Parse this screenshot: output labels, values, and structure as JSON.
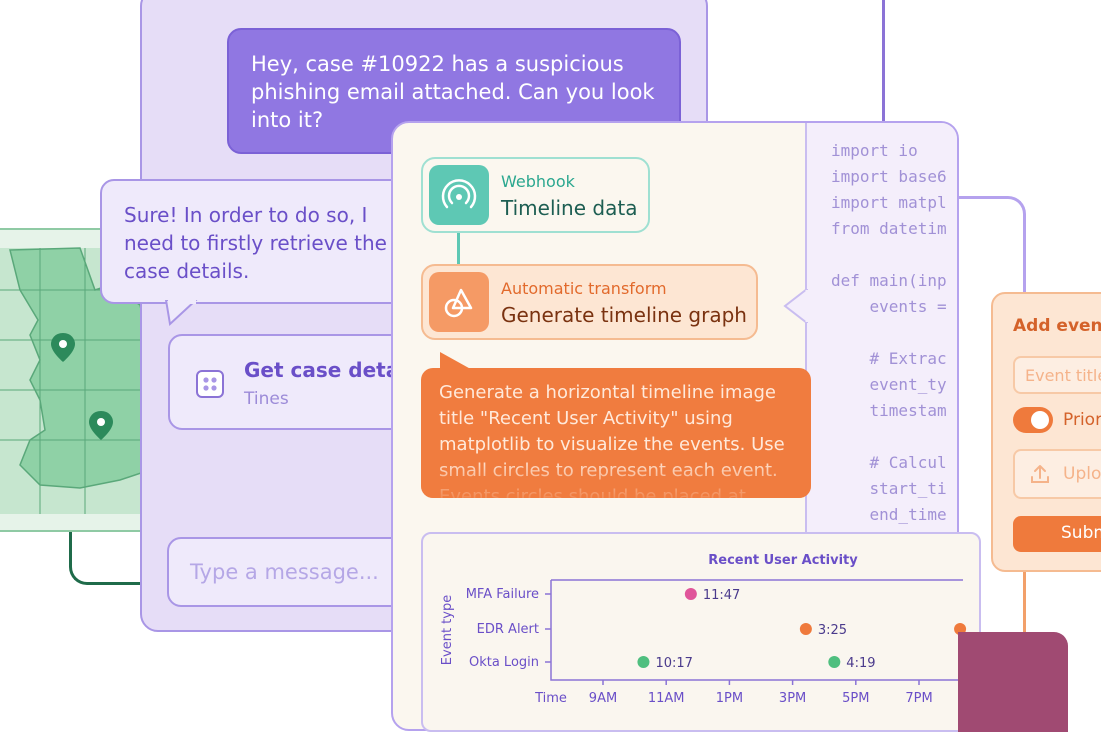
{
  "chat": {
    "user_message": "Hey, case #10922 has a suspicious phishing email attached. Can you look into it?",
    "assistant_message": "Sure! In order to do so, I need to firstly retrieve the case details.",
    "tool_call": {
      "title": "Get case deta",
      "subtitle": "Tines",
      "icon": "app-icon"
    },
    "input_placeholder": "Type a message..."
  },
  "workflow": {
    "webhook_node": {
      "type": "Webhook",
      "label": "Timeline data",
      "icon": "broadcast-icon",
      "color": "#5ec8b4"
    },
    "transform_node": {
      "type": "Automatic transform",
      "label": "Generate timeline graph",
      "icon": "shapes-icon",
      "color": "#f59a65"
    },
    "prompt": "Generate a horizontal timeline image title \"Recent User Activity\" using matplotlib to visualize the events. Use small circles to represent each event.  Events circles should be placed at different y values by"
  },
  "code": {
    "lines": [
      "import io",
      "import base6",
      "import matpl",
      "from datetim",
      "",
      "def main(inp",
      "    events =",
      "",
      "    # Extrac",
      "    event_ty",
      "    timestam",
      "",
      "    # Calcul",
      "    start_ti",
      "    end_time"
    ]
  },
  "form": {
    "title": "Add event",
    "input_placeholder": "Event title",
    "toggle_label": "Priori",
    "toggle_on": true,
    "upload_label": "Uploa",
    "submit_label": "Subm",
    "accent": "#ef7a3c"
  },
  "chart_data": {
    "type": "scatter",
    "title": "Recent User Activity",
    "xlabel": "Time",
    "ylabel": "Event type",
    "x_ticks": [
      "9AM",
      "11AM",
      "1PM",
      "3PM",
      "5PM",
      "7PM"
    ],
    "y_categories": [
      "Okta Login",
      "EDR Alert",
      "MFA Failure"
    ],
    "points": [
      {
        "category": "MFA Failure",
        "time": "11:47",
        "color": "#e0559a"
      },
      {
        "category": "EDR Alert",
        "time": "3:25",
        "color": "#ef7a3c"
      },
      {
        "category": "EDR Alert",
        "time": "",
        "color": "#ef7a3c"
      },
      {
        "category": "Okta Login",
        "time": "10:17",
        "color": "#4fbf7f"
      },
      {
        "category": "Okta Login",
        "time": "4:19",
        "color": "#4fbf7f"
      }
    ],
    "point_hours": [
      11.78,
      15.42,
      20.3,
      10.28,
      16.32
    ],
    "point_labels": [
      "11:47",
      "3:25",
      "",
      "10:17",
      "4:19"
    ]
  }
}
